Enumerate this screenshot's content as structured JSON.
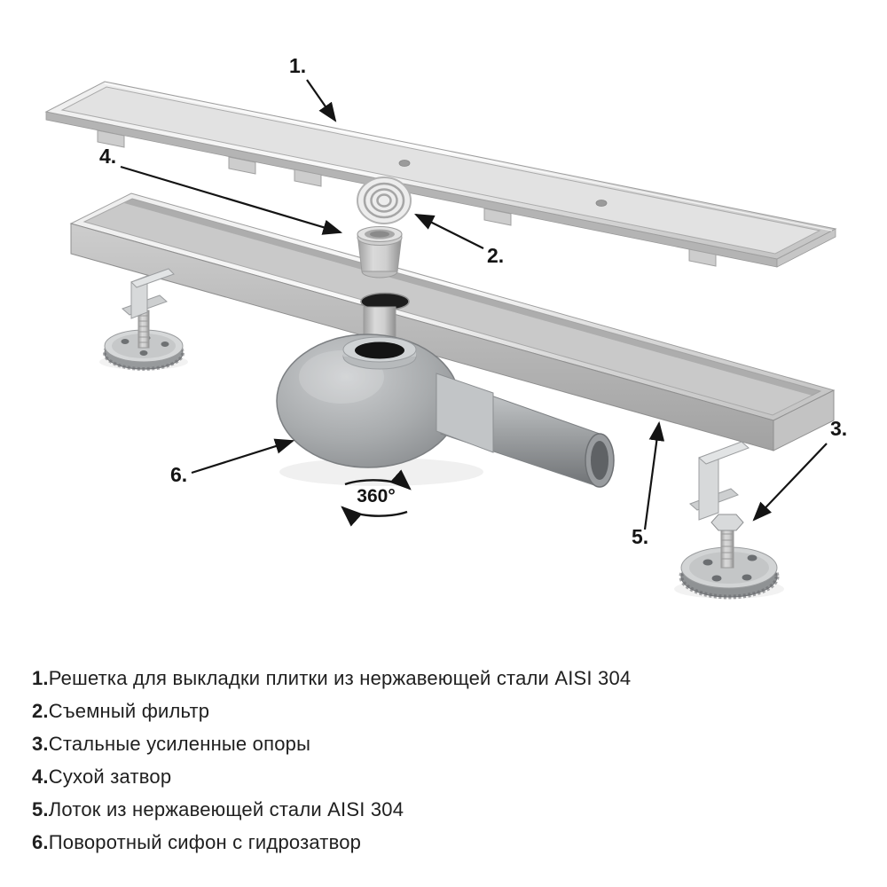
{
  "diagram": {
    "callouts": [
      {
        "label": "1."
      },
      {
        "label": "2."
      },
      {
        "label": "3."
      },
      {
        "label": "4."
      },
      {
        "label": "5."
      },
      {
        "label": "6."
      }
    ],
    "rotation_label": "360°"
  },
  "legend": {
    "items": [
      {
        "num": "1.",
        "text": "Решетка для выкладки плитки из нержавеющей стали AISI 304"
      },
      {
        "num": "2.",
        "text": "Съемный фильтр"
      },
      {
        "num": "3.",
        "text": "Стальные усиленные опоры"
      },
      {
        "num": "4.",
        "text": "Сухой затвор"
      },
      {
        "num": "5.",
        "text": "Лоток из нержавеющей стали AISI 304"
      },
      {
        "num": "6.",
        "text": "Поворотный сифон с гидрозатвор"
      }
    ]
  },
  "colors": {
    "line": "#141414",
    "text": "#202020",
    "steel_light": "#f2f2f2",
    "steel_shadow": "#a6a6a6",
    "drum_grey": "#9b9ea1"
  }
}
